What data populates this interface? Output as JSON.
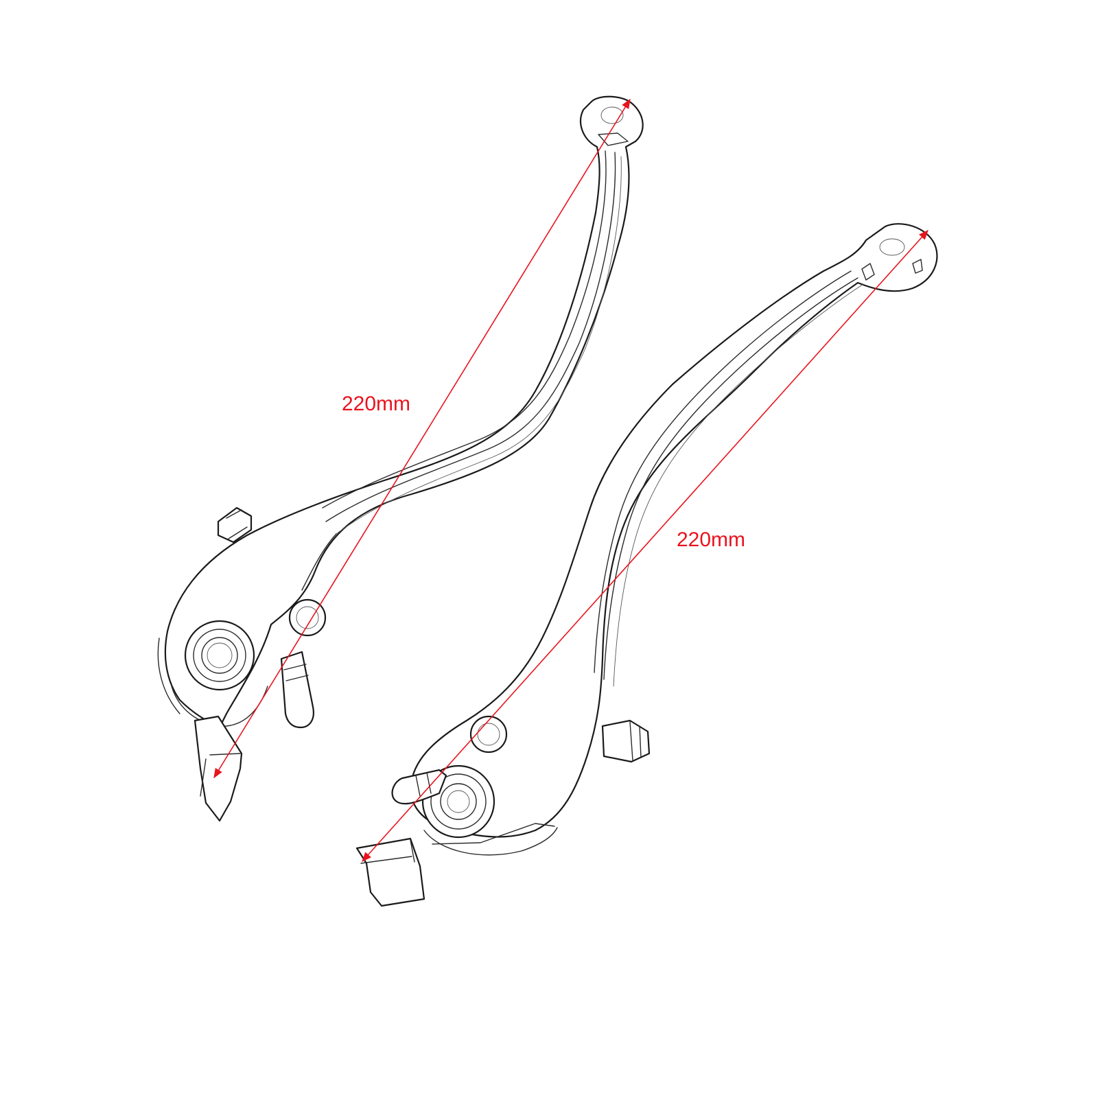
{
  "accent_color": "#e8141e",
  "ink_color": "#1a1a1a",
  "levers": [
    {
      "name": "left-lever",
      "dimension_label": "220mm"
    },
    {
      "name": "right-lever",
      "dimension_label": "220mm"
    }
  ]
}
